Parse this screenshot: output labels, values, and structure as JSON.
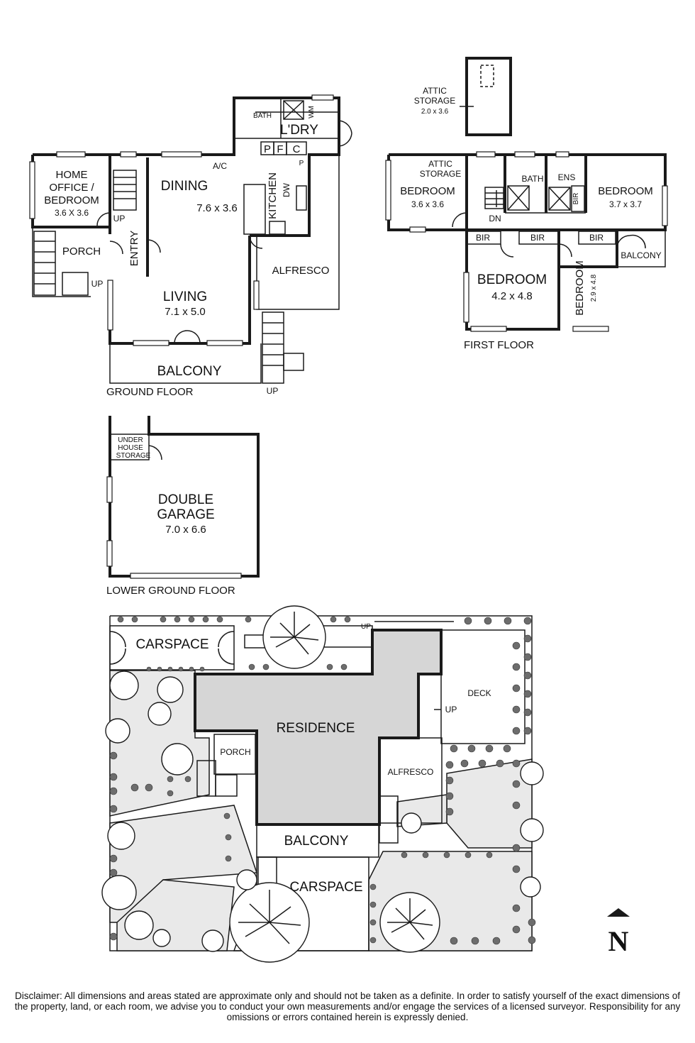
{
  "ground_floor": {
    "caption": "GROUND FLOOR",
    "rooms": {
      "home_office": [
        "HOME",
        "OFFICE /",
        "BEDROOM",
        "3.6 X 3.6"
      ],
      "dining": "DINING",
      "dining_size": "7.6 x 3.6",
      "kitchen": "KITCHEN",
      "laundry": "L'DRY",
      "bath": "BATH",
      "wm": "WM",
      "ac": "A/C",
      "dw": "DW",
      "p": "P",
      "f": "F",
      "c": "C",
      "porch": "PORCH",
      "entry": "ENTRY",
      "alfresco": "ALFRESCO",
      "living": "LIVING",
      "living_size": "7.1 x 5.0",
      "balcony": "BALCONY",
      "up": "UP"
    }
  },
  "first_floor": {
    "caption": "FIRST FLOOR",
    "rooms": {
      "attic_storage_top": "ATTIC",
      "attic_storage_top2": "STORAGE",
      "attic_storage_top_size": "2.0 x 3.6",
      "attic_storage_side": [
        "ATTIC",
        "STORAGE"
      ],
      "bedroom_left": "BEDROOM",
      "bedroom_left_size": "3.6 x 3.6",
      "bath": "BATH",
      "ens": "ENS",
      "bedroom_right": "BEDROOM",
      "bedroom_right_size": "3.7 x 3.7",
      "bir": "BIR",
      "dn": "DN",
      "balcony": "BALCONY",
      "bedroom_main": "BEDROOM",
      "bedroom_main_size": "4.2 x 4.8",
      "bedroom_small": "BEDROOM",
      "bedroom_small_size": "2.9 x 4.8"
    }
  },
  "lower_ground": {
    "caption": "LOWER GROUND FLOOR",
    "storage": [
      "UNDER",
      "HOUSE",
      "STORAGE"
    ],
    "garage": [
      "DOUBLE",
      "GARAGE"
    ],
    "garage_size": "7.0 x 6.6"
  },
  "site": {
    "carspace_top": "CARSPACE",
    "residence": "RESIDENCE",
    "porch": "PORCH",
    "deck": "DECK",
    "up": "UP",
    "alfresco": "ALFRESCO",
    "balcony": "BALCONY",
    "carspace_bottom": "CARSPACE",
    "north": "N"
  },
  "disclaimer": "Disclaimer: All dimensions and areas stated are approximate only and should not be taken as a definite. In order to satisfy yourself of the exact dimensions of the property, land, or each room, we advise you to conduct your own measurements and/or engage the services of a licensed surveyor. Responsibility for any omissions or errors contained herein is expressly denied."
}
